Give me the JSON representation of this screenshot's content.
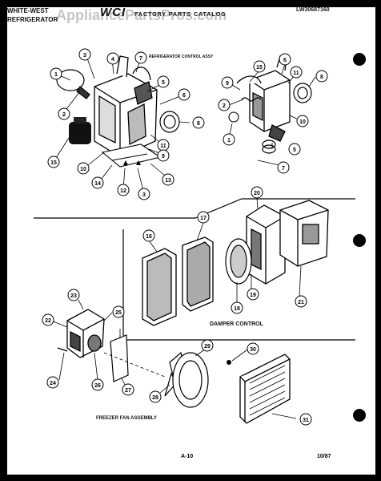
{
  "header": {
    "brand_line1": "WHITE-WEST",
    "brand_line2": "REFRIGERATOR",
    "logo": "WCI",
    "catalog": "FACTORY PARTS CATALOG",
    "doc_number": "LW30687160"
  },
  "watermark": "AppliancePartsPros.com",
  "sections": {
    "refrigerator_control": "REFRIGERATOR CONTROL ASSY",
    "damper_control": "DAMPER CONTROL",
    "freezer_fan": "FREEZER FAN ASSEMBLY"
  },
  "callouts": [
    "1",
    "2",
    "3",
    "4",
    "5",
    "6",
    "7",
    "8",
    "9",
    "10",
    "11",
    "12",
    "13",
    "14",
    "15",
    "16",
    "17",
    "18",
    "19",
    "20",
    "21",
    "22",
    "23",
    "24",
    "25",
    "26",
    "27",
    "28",
    "29",
    "30",
    "31"
  ],
  "footer": {
    "page": "A-10",
    "date": "10/87"
  }
}
